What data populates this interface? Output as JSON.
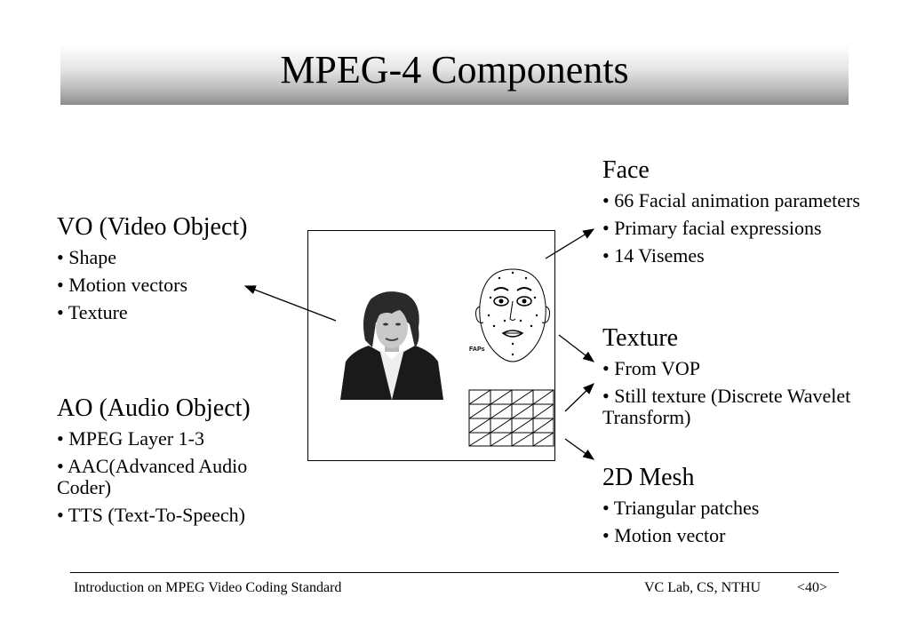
{
  "slide": {
    "title": "MPEG-4 Components"
  },
  "left": {
    "vo": {
      "heading": "VO (Video Object)",
      "bullets": [
        "• Shape",
        "• Motion vectors",
        "• Texture"
      ]
    },
    "ao": {
      "heading": "AO (Audio Object)",
      "bullets": [
        "• MPEG Layer 1-3",
        "• AAC(Advanced Audio Coder)",
        "• TTS (Text-To-Speech)"
      ]
    }
  },
  "right": {
    "face": {
      "heading": "Face",
      "bullets": [
        "• 66 Facial animation parameters",
        "• Primary facial expressions",
        "• 14 Visemes"
      ]
    },
    "texture": {
      "heading": "Texture",
      "bullets": [
        "• From VOP",
        "• Still texture (Discrete Wavelet Transform)"
      ]
    },
    "mesh": {
      "heading": "2D Mesh",
      "bullets": [
        "• Triangular patches",
        "• Motion vector"
      ]
    }
  },
  "figure": {
    "faps_label": "FAPs"
  },
  "footer": {
    "left": "Introduction on MPEG Video Coding Standard",
    "lab": "VC Lab, CS, NTHU",
    "page": "<40>"
  }
}
